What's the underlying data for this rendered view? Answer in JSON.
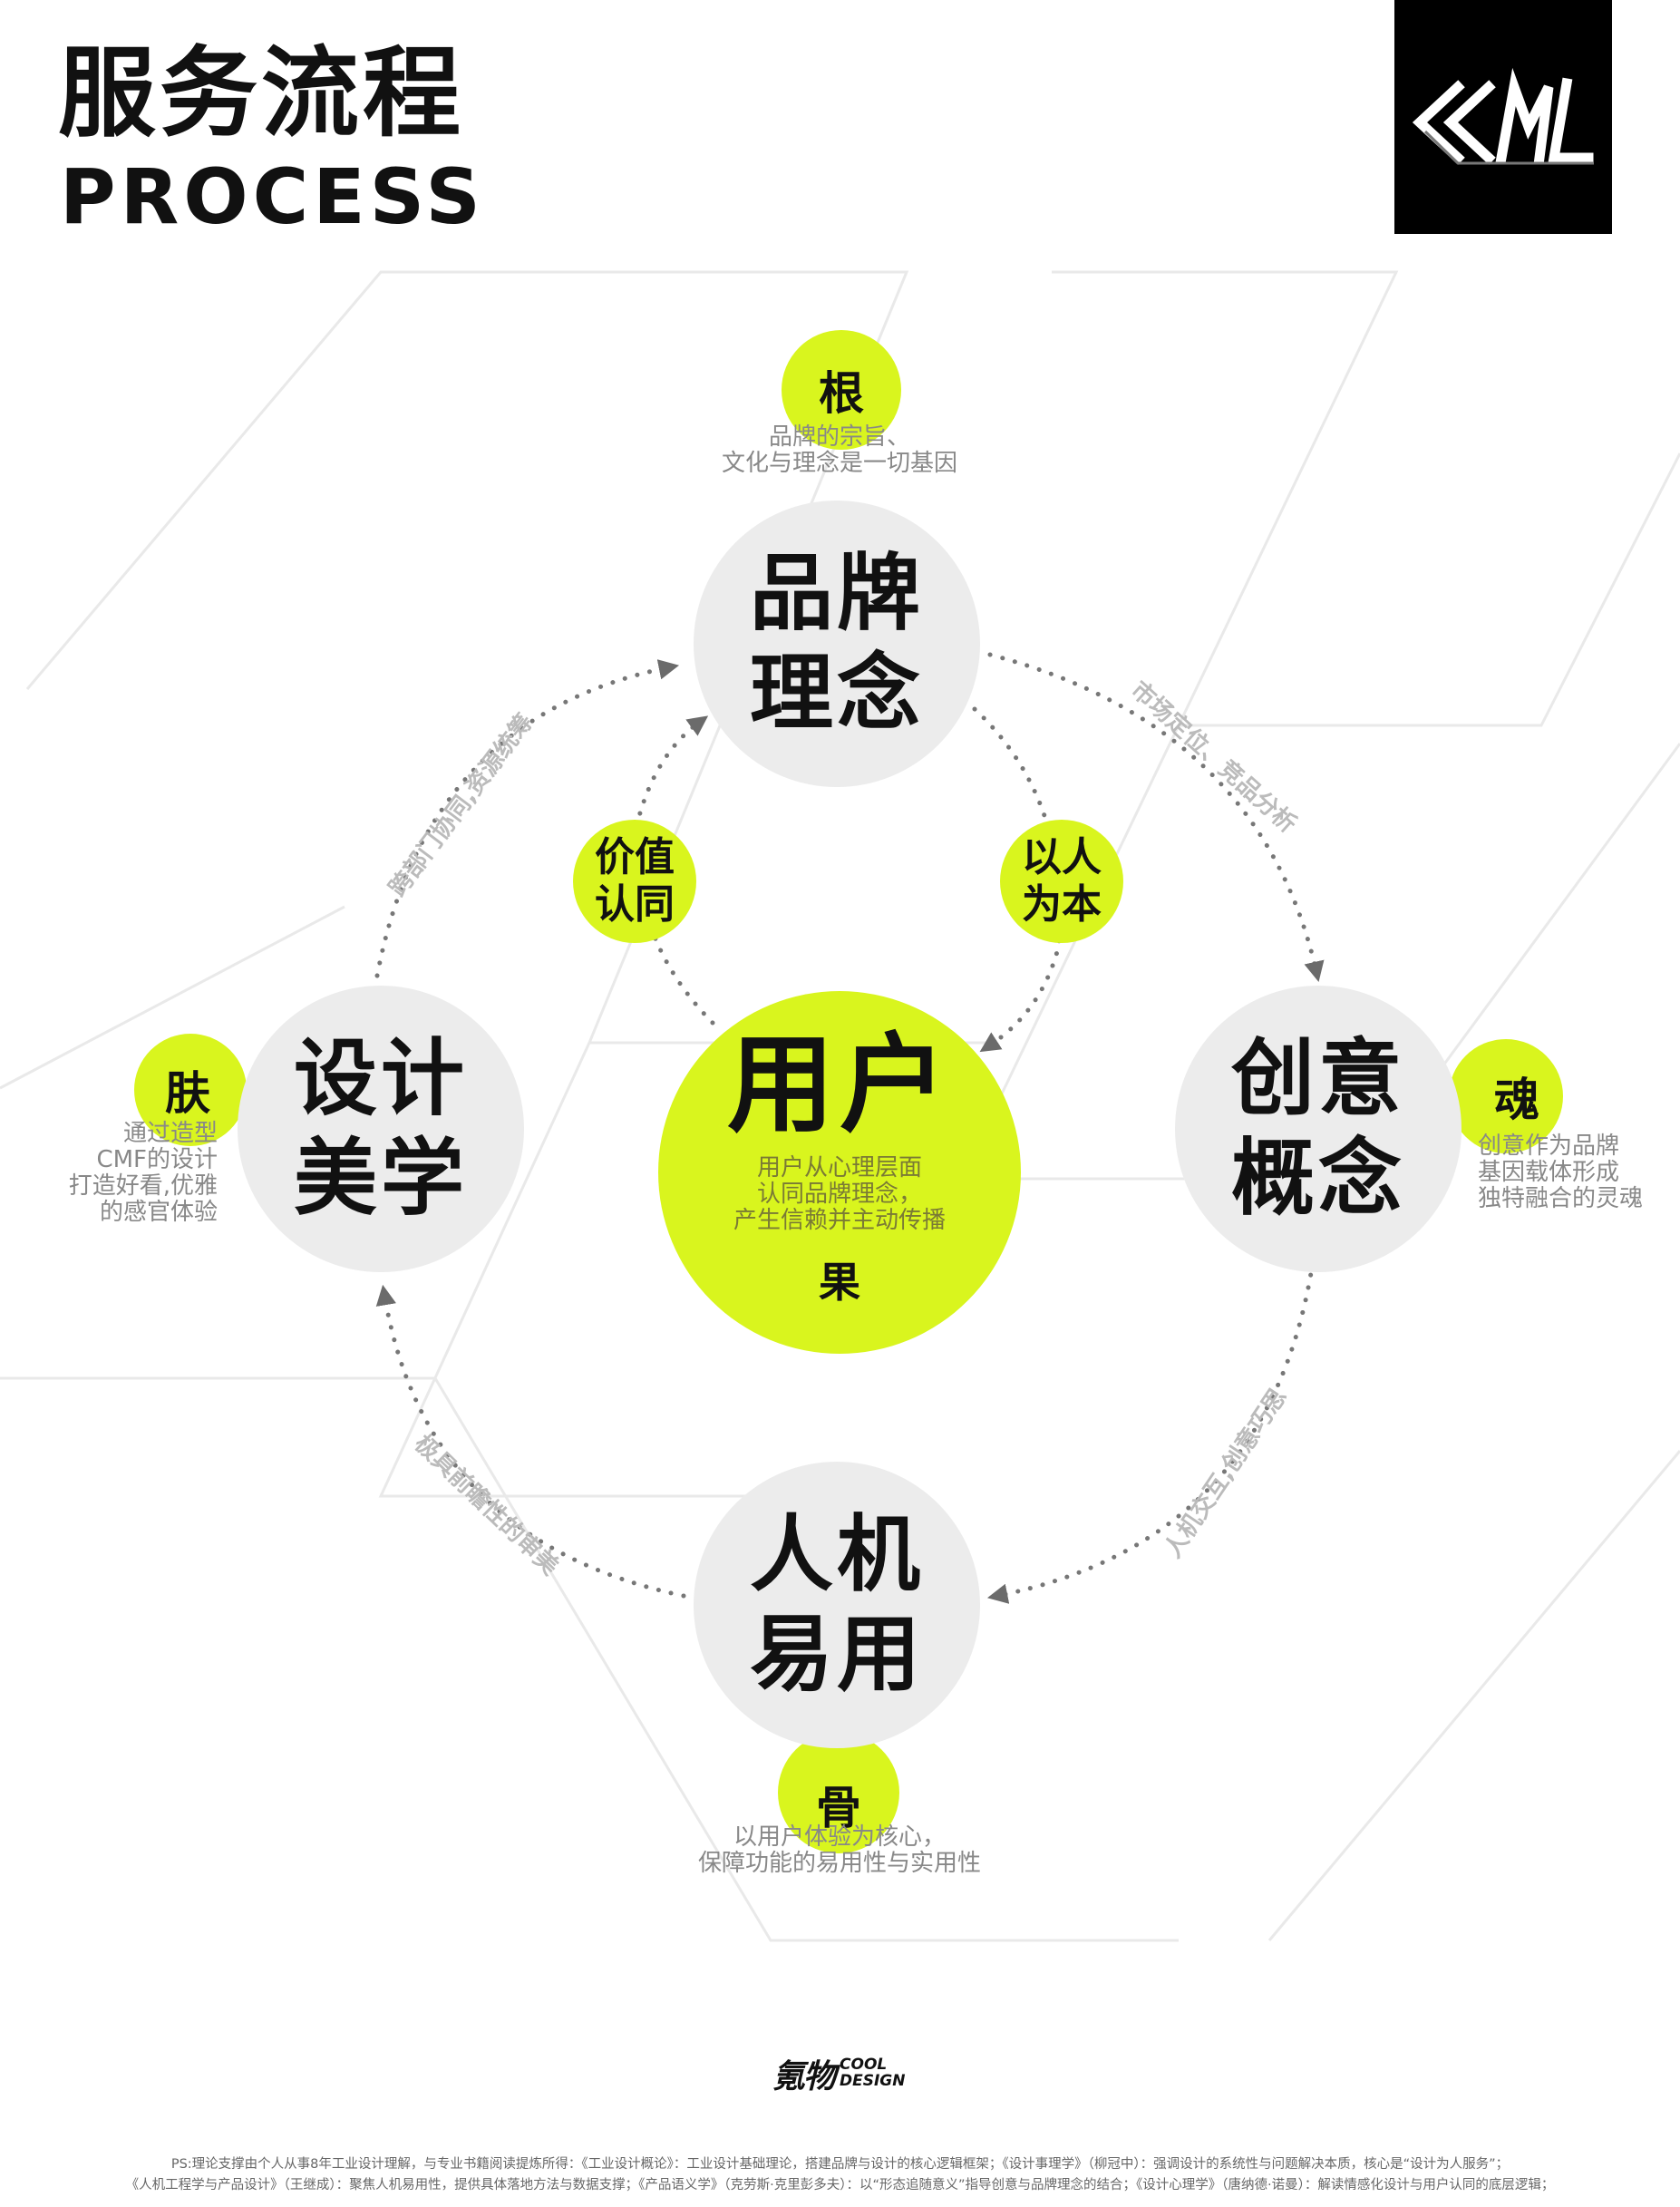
{
  "header": {
    "title_cn": "服务流程",
    "title_en": "PROCESS"
  },
  "colors": {
    "accent": "#d9f51e",
    "node_grey": "#ececec",
    "arrow": "#777777",
    "text_muted": "#888888"
  },
  "nodes": {
    "brand": {
      "line1": "品牌",
      "line2": "理念"
    },
    "design": {
      "line1": "设计",
      "line2": "美学"
    },
    "creative": {
      "line1": "创意",
      "line2": "概念"
    },
    "hci": {
      "line1": "人机",
      "line2": "易用"
    },
    "user": {
      "title": "用户",
      "desc1": "用户从心理层面",
      "desc2": "认同品牌理念，",
      "desc3": "产生信赖并主动传播",
      "tag": "果"
    }
  },
  "tags": {
    "root": {
      "label": "根",
      "desc1": "品牌的宗旨、",
      "desc2": "文化与理念是一切基因"
    },
    "skin": {
      "label": "肤",
      "desc1": "通过造型",
      "desc2": "CMF的设计",
      "desc3": "打造好看,优雅",
      "desc4": "的感官体验"
    },
    "soul": {
      "label": "魂",
      "desc1": "创意作为品牌",
      "desc2": "基因载体形成",
      "desc3": "独特融合的灵魂"
    },
    "bone": {
      "label": "骨",
      "desc1": "以用户体验为核心，",
      "desc2": "保障功能的易用性与实用性"
    }
  },
  "inner": {
    "value": {
      "line1": "价值",
      "line2": "认同"
    },
    "people": {
      "line1": "以人",
      "line2": "为本"
    }
  },
  "arc_labels": {
    "top_right": "市场定位、竞品分析",
    "top_left": "跨部门协同,资源统筹",
    "bottom_right": "人机交互,创意巧思",
    "bottom_left": "极具前瞻性的审美"
  },
  "footer": {
    "brand_cn": "氪物",
    "brand_en1": "COOL",
    "brand_en2": "DESIGN",
    "line1": "PS:理论支撑由个人从事8年工业设计理解，与专业书籍阅读提炼所得：《工业设计概论》：工业设计基础理论，搭建品牌与设计的核心逻辑框架；《设计事理学》（柳冠中）：强调设计的系统性与问题解决本质，核心是“设计为人服务”；",
    "line2": "《人机工程学与产品设计》（王继成）：聚焦人机易用性，提供具体落地方法与数据支撑；《产品语义学》（克劳斯·克里彭多夫）：以“形态追随意义”指导创意与品牌理念的结合；《设计心理学》（唐纳德·诺曼）：解读情感化设计与用户认同的底层逻辑；"
  }
}
